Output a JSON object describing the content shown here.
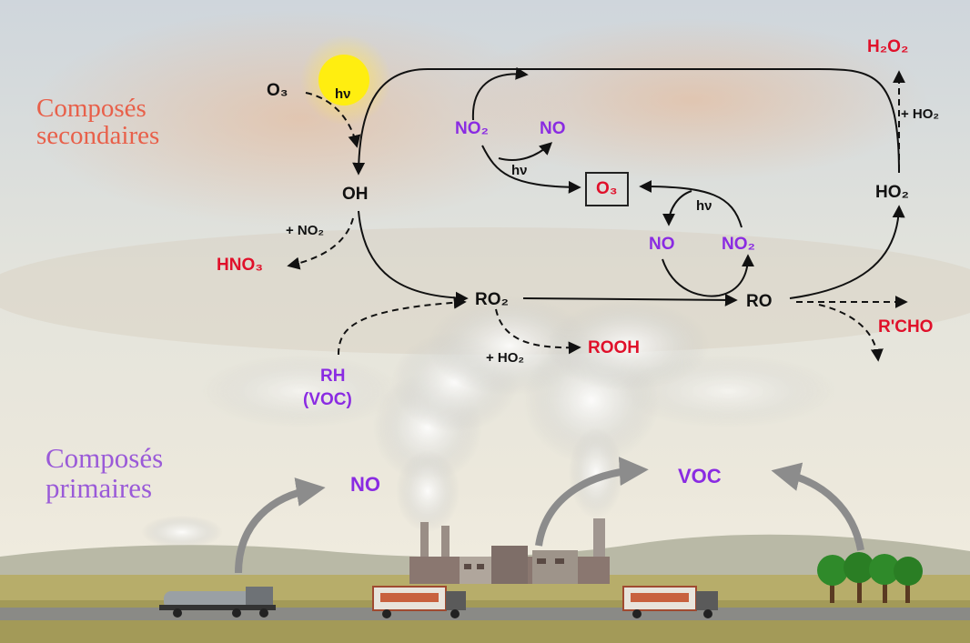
{
  "diagram": {
    "section_secondary": [
      "Composés",
      "secondaires"
    ],
    "section_primary": [
      "Composés",
      "primaires"
    ],
    "species": {
      "o3_top": "O₃",
      "hv_1": "hν",
      "oh": "OH",
      "plus_no2_oh": "+ NO₂",
      "hno3": "HNO₃",
      "no2_left": "NO₂",
      "no_left": "NO",
      "hv_2": "hν",
      "o3_center": "O₃",
      "hv_3": "hν",
      "no_right": "NO",
      "no2_right": "NO₂",
      "ro2": "RO₂",
      "ro": "RO",
      "rooh": "ROOH",
      "plus_ho2_rooh": "+ HO₂",
      "rh": "RH",
      "voc_paren": "(VOC)",
      "rcho": "R'CHO",
      "h2o2": "H₂O₂",
      "plus_ho2_top": "+ HO₂",
      "ho2": "HO₂",
      "no_emission": "NO",
      "voc_emission": "VOC"
    },
    "colors": {
      "secondary_text": "#e8604a",
      "primary_text": "#9a5ad8",
      "product_red": "#e0102a",
      "species_purple": "#8a2be2",
      "arrow_black": "#111111",
      "emission_arrow": "#8c8c8c"
    }
  }
}
